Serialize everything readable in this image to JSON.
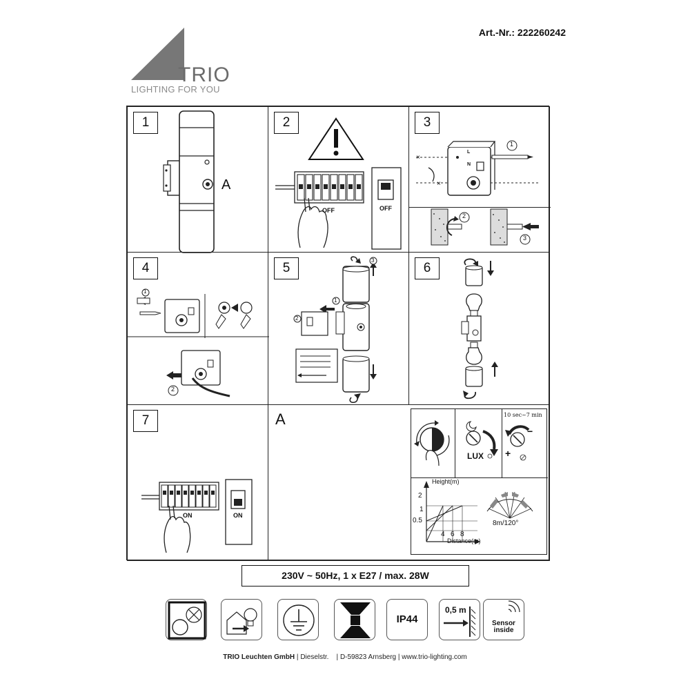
{
  "header": {
    "brand": "TRIO",
    "tagline": "LIGHTING FOR YOU",
    "article_number": "Art.-Nr.: 222260242"
  },
  "steps": {
    "s1": "1",
    "s2": "2",
    "s3": "3",
    "s4": "4",
    "s5": "5",
    "s6": "6",
    "s7": "7"
  },
  "labels": {
    "detail_marker_1": "A",
    "detail_title": "A",
    "off_1": "OFF",
    "off_2": "OFF",
    "on_1": "ON",
    "on_2": "ON",
    "lux": "LUX",
    "time_range": "10 sec~7 min",
    "height_axis": "Height(m)",
    "distance_axis": "Distance(m)",
    "y_ticks": [
      "2",
      "1",
      "0.5"
    ],
    "x_ticks": [
      "4",
      "6",
      "8"
    ],
    "range": "8m/120°",
    "plus": "+",
    "minus": "−",
    "terminal_L": "L",
    "terminal_N": "N",
    "callouts": [
      "1",
      "2",
      "3"
    ]
  },
  "spec": "230V ~ 50Hz, 1 x E27 / max. 28W",
  "icons": [
    {
      "name": "protection-class-icon"
    },
    {
      "name": "lamp-replace-icon"
    },
    {
      "name": "ground-earth-icon"
    },
    {
      "name": "up-down-light-icon"
    },
    {
      "name": "ip-rating-icon",
      "text": "IP44"
    },
    {
      "name": "distance-icon",
      "text": "0,5 m"
    },
    {
      "name": "sensor-inside-icon",
      "text_1": "Sensor",
      "text_2": "inside"
    }
  ],
  "footer": {
    "company": "TRIO Leuchten GmbH",
    "street": "Dieselstr.",
    "city": "D-59823 Arnsberg",
    "web": "www.trio-lighting.com"
  }
}
